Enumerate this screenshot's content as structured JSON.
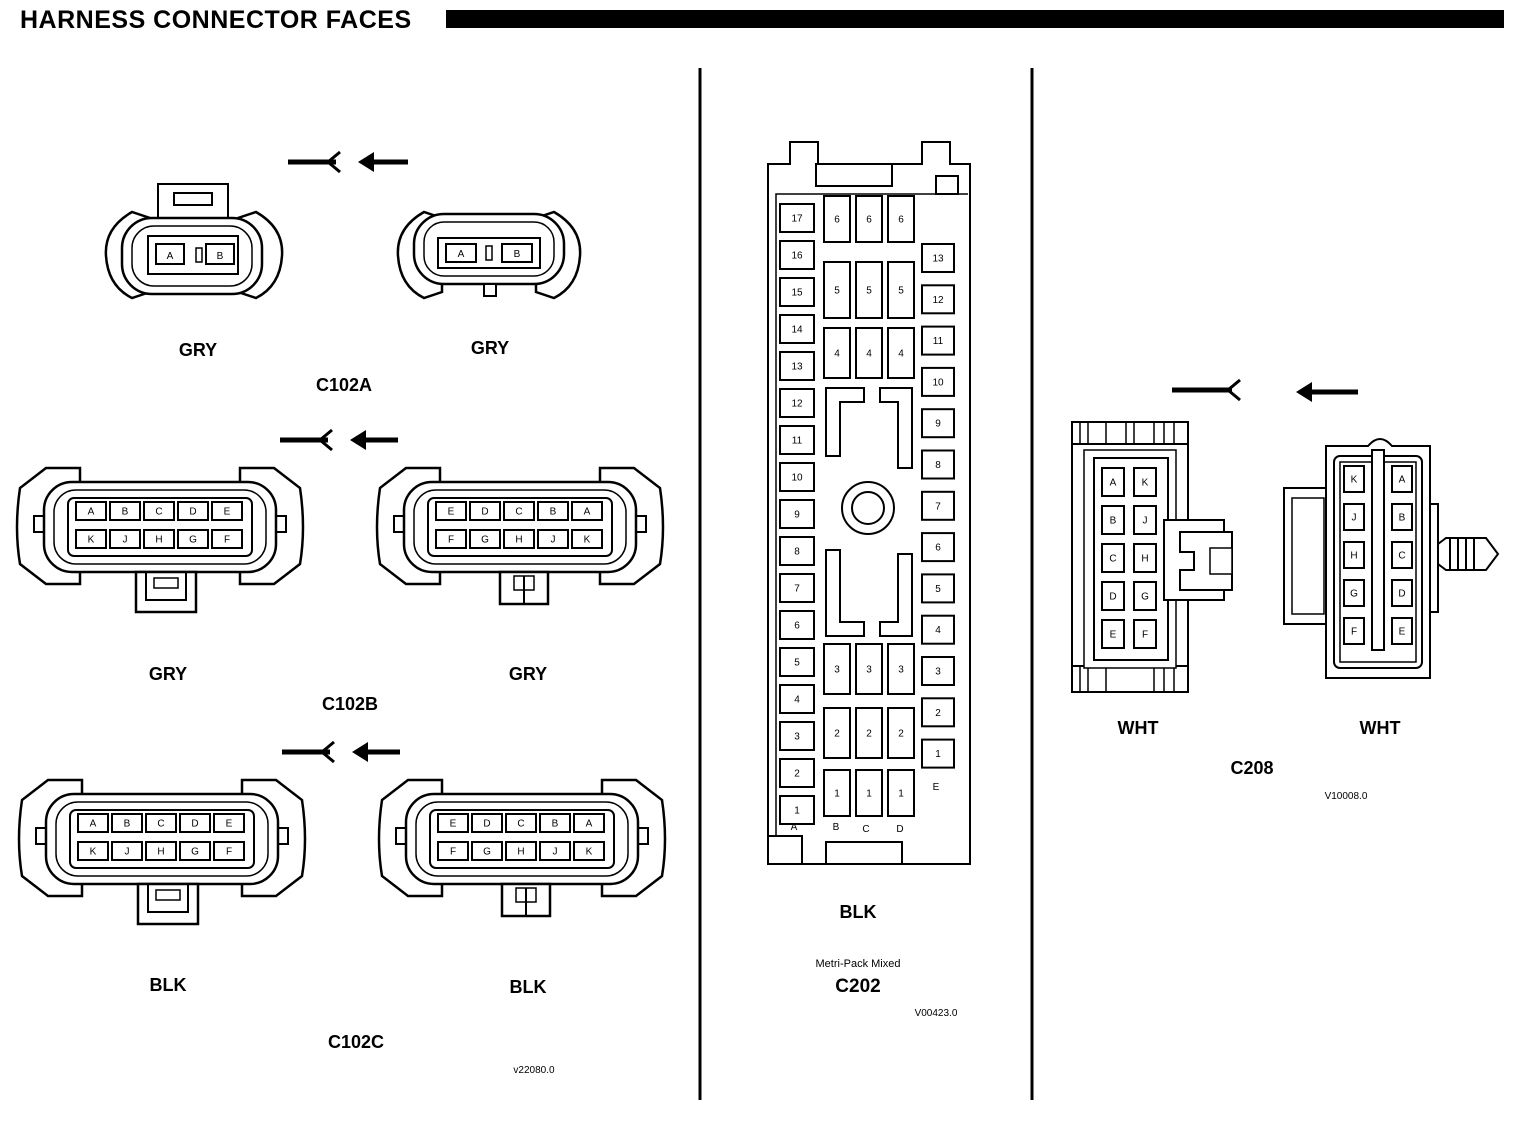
{
  "header": {
    "title": "HARNESS CONNECTOR FACES"
  },
  "c102a": {
    "id": "C102A",
    "left": {
      "color": "GRY",
      "pins": [
        "A",
        "B"
      ]
    },
    "right": {
      "color": "GRY",
      "pins": [
        "A",
        "B"
      ]
    }
  },
  "c102b": {
    "id": "C102B",
    "left": {
      "color": "GRY",
      "top": [
        "A",
        "B",
        "C",
        "D",
        "E"
      ],
      "bottom": [
        "K",
        "J",
        "H",
        "G",
        "F"
      ]
    },
    "right": {
      "color": "GRY",
      "top": [
        "E",
        "D",
        "C",
        "B",
        "A"
      ],
      "bottom": [
        "F",
        "G",
        "H",
        "J",
        "K"
      ]
    }
  },
  "c102c": {
    "id": "C102C",
    "left": {
      "color": "BLK",
      "top": [
        "A",
        "B",
        "C",
        "D",
        "E"
      ],
      "bottom": [
        "K",
        "J",
        "H",
        "G",
        "F"
      ]
    },
    "right": {
      "color": "BLK",
      "top": [
        "E",
        "D",
        "C",
        "B",
        "A"
      ],
      "bottom": [
        "F",
        "G",
        "H",
        "J",
        "K"
      ]
    },
    "ref": "v22080.0"
  },
  "c202": {
    "id": "C202",
    "color": "BLK",
    "type": "Metri-Pack Mixed",
    "ref": "V00423.0",
    "colA": [
      "17",
      "16",
      "15",
      "14",
      "13",
      "12",
      "11",
      "10",
      "9",
      "8",
      "7",
      "6",
      "5",
      "4",
      "3",
      "2",
      "1"
    ],
    "colB_upper": [
      "6",
      "5",
      "4"
    ],
    "colB_lower": [
      "3",
      "2",
      "1"
    ],
    "colE": [
      "13",
      "12",
      "11",
      "10",
      "9",
      "8",
      "7",
      "6",
      "5",
      "4",
      "3",
      "2",
      "1"
    ],
    "colLetters": [
      "A",
      "B",
      "C",
      "D",
      "E"
    ]
  },
  "c208": {
    "id": "C208",
    "ref": "V10008.0",
    "left": {
      "color": "WHT",
      "pins": [
        [
          "A",
          "K"
        ],
        [
          "B",
          "J"
        ],
        [
          "C",
          "H"
        ],
        [
          "D",
          "G"
        ],
        [
          "E",
          "F"
        ]
      ]
    },
    "right": {
      "color": "WHT",
      "pins": [
        [
          "K",
          "A"
        ],
        [
          "J",
          "B"
        ],
        [
          "H",
          "C"
        ],
        [
          "G",
          "D"
        ],
        [
          "F",
          "E"
        ]
      ]
    }
  }
}
